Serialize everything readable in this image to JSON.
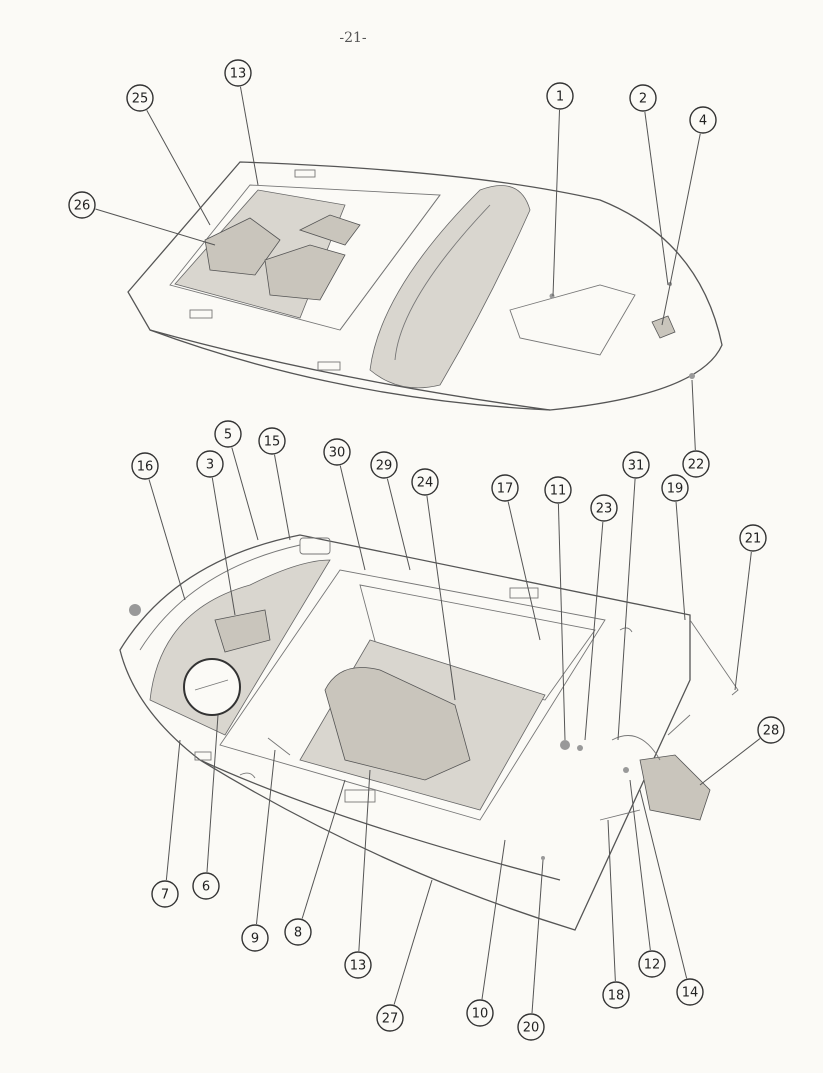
{
  "page": {
    "number": "-21-"
  },
  "callouts": {
    "top_boat": [
      "1",
      "2",
      "4",
      "13",
      "22",
      "25",
      "26"
    ],
    "bottom_boat": [
      "3",
      "5",
      "6",
      "7",
      "8",
      "9",
      "10",
      "11",
      "12",
      "13",
      "14",
      "15",
      "16",
      "17",
      "18",
      "19",
      "20",
      "21",
      "23",
      "24",
      "27",
      "28",
      "29",
      "30",
      "31"
    ]
  }
}
